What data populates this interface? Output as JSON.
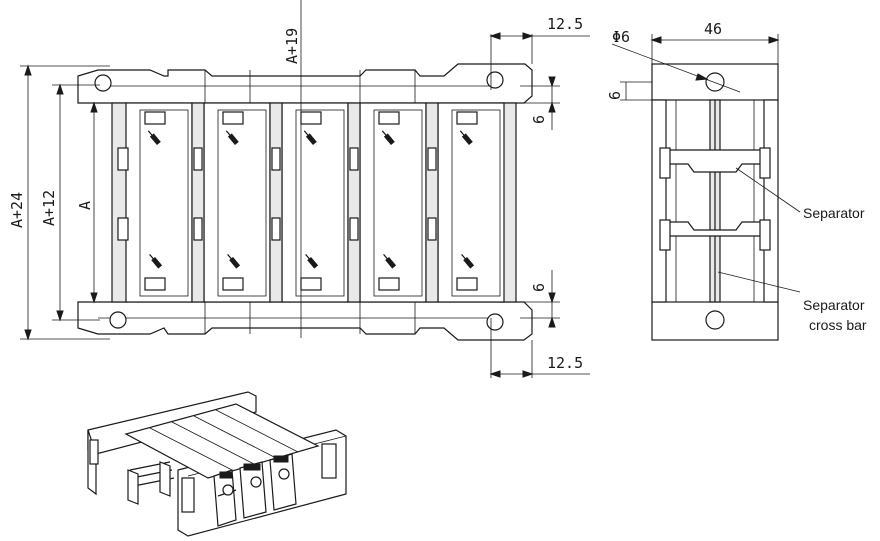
{
  "dimensions": {
    "top_width": "12.5",
    "bottom_width": "12.5",
    "side_width": "46",
    "hole_diameter": "Φ6",
    "side_offset": "6",
    "top_offset": "6",
    "bottom_offset": "6",
    "center_height": "A+19",
    "outer_height": "A+24",
    "mid_height": "A+12",
    "inner_height": "A"
  },
  "labels": {
    "separator": "Separator",
    "separator_cross_bar_line1": "Separator",
    "separator_cross_bar_line2": "cross bar"
  }
}
